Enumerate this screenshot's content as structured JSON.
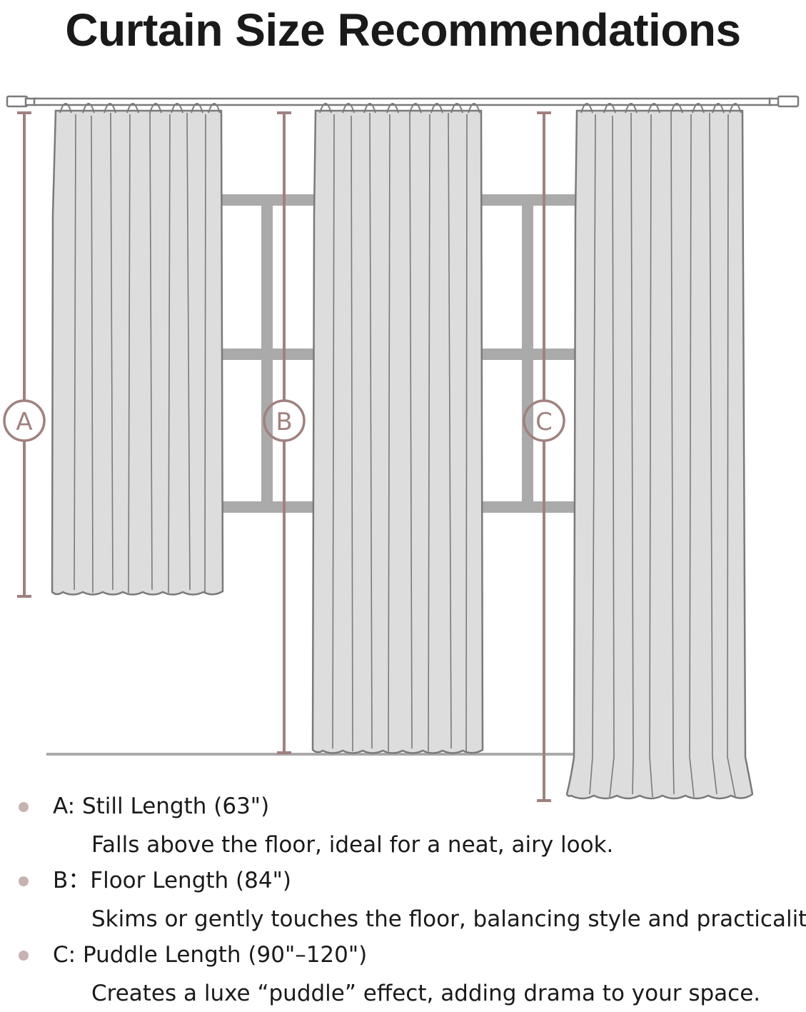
{
  "title": "Curtain Size Recommendations",
  "dimensions": [
    {
      "letter": "A",
      "label": "A: Still Length (63\")",
      "description": "Falls above the floor, ideal for a neat, airy look."
    },
    {
      "letter": "B",
      "label": "B：Floor Length (84\")",
      "description": "Skims or gently touches the floor, balancing style and practicality."
    },
    {
      "letter": "C",
      "label": "C:  Puddle Length (90\"–120\")",
      "description": "Creates a luxe “puddle” effect, adding drama to your space."
    }
  ],
  "colors": {
    "measure": "#a0817f",
    "bullet": "#c8b2b1",
    "curtain_fill": "#dddddd",
    "curtain_stroke": "#7a7a7a",
    "window_frame": "#aaaaaa",
    "text": "#1a1a1a"
  }
}
